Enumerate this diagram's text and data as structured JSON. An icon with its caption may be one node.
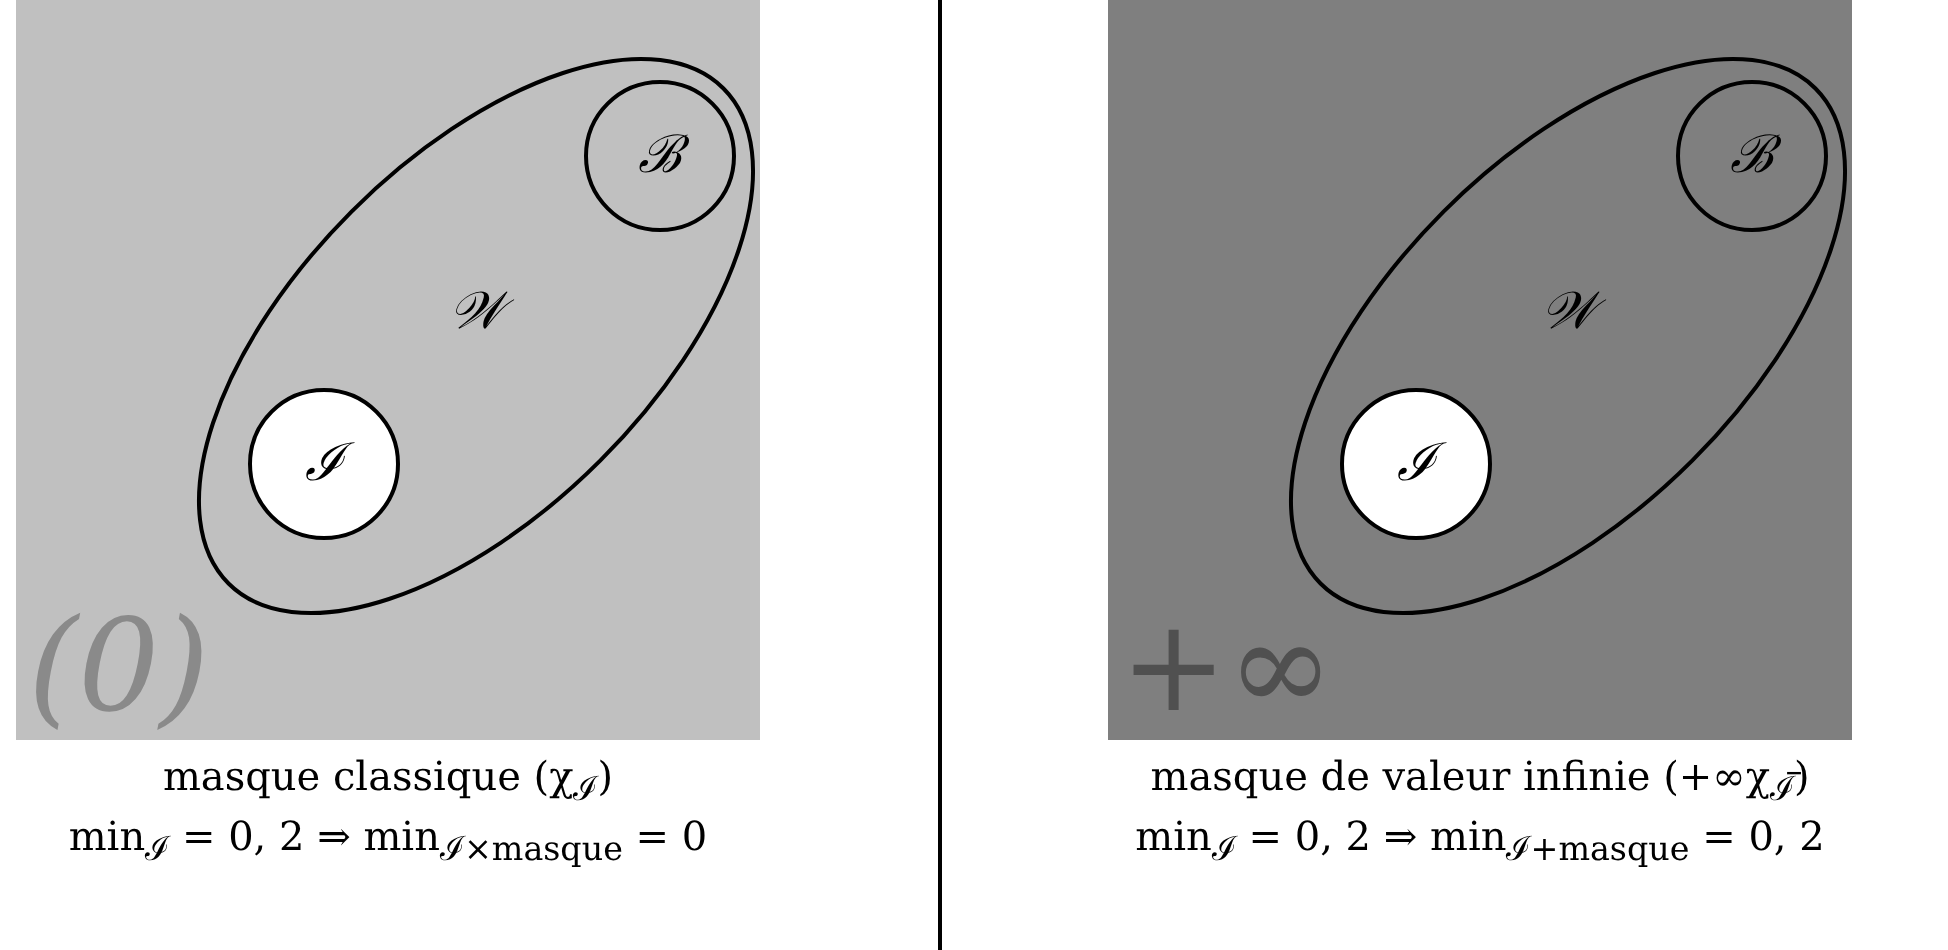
{
  "diagram": {
    "nodes": [
      {
        "text": [
          "(0)"
        ],
        "beside": [
          "masque classique (χ$_{ℐ}$)",
          "min$_{ℐ}$ = 0, 2 ⇒ min$_{ℐ×masque}$ = 0"
        ]
      },
      {
        "text": [
          "𝒲"
        ],
        "in": 0
      },
      {
        "text": [
          "ℬ"
        ],
        "in": 1
      },
      {
        "text": [
          "ℐ"
        ],
        "in": 1
      },
      {
        "text": [
          "+∞"
        ],
        "beside": [
          "masque de valeur infinie (+∞χ$_{ℐ̅}$)",
          "min$_{ℐ}$ = 0, 2 ⇒ min$_{ℐ+masque}$ = 0, 2"
        ]
      },
      {
        "text": [
          "𝒲"
        ],
        "in": 4
      },
      {
        "text": [
          "ℬ"
        ],
        "in": 5
      },
      {
        "text": [
          "ℐ"
        ],
        "in": 5
      }
    ],
    "edges": []
  }
}
